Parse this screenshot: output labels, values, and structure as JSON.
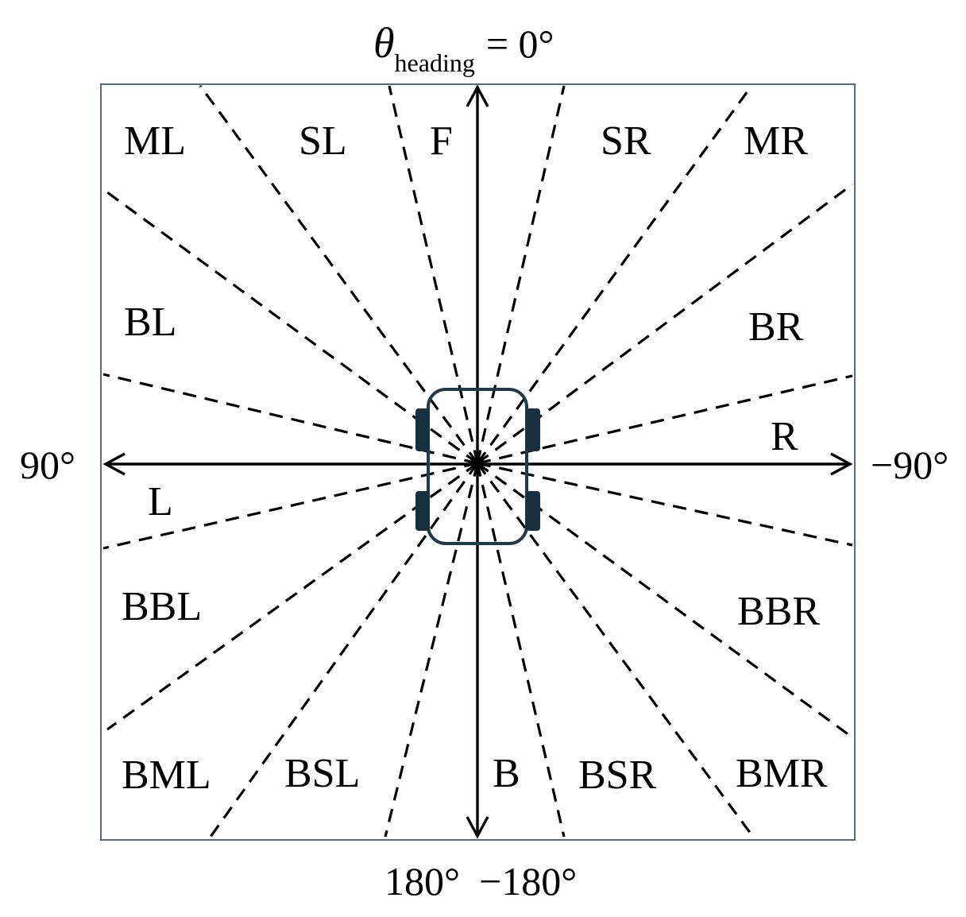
{
  "heading_label": {
    "symbol": "θ",
    "subscript": "heading",
    "equals": "= 0°"
  },
  "axis_labels": {
    "left": "90°",
    "right": "−90°",
    "bottom_left": "180°",
    "bottom_right": "−180°"
  },
  "regions": {
    "ML": "ML",
    "SL": "SL",
    "F": "F",
    "SR": "SR",
    "MR": "MR",
    "BL": "BL",
    "BR": "BR",
    "R": "R",
    "L": "L",
    "BBL": "BBL",
    "BBR": "BBR",
    "BML": "BML",
    "BSL": "BSL",
    "B": "B",
    "BSR": "BSR",
    "BMR": "BMR"
  },
  "colors": {
    "frame": "#5a6b7a",
    "vehicle": "#1e3a4c",
    "wheel": "#17303f",
    "ink": "#000000"
  }
}
